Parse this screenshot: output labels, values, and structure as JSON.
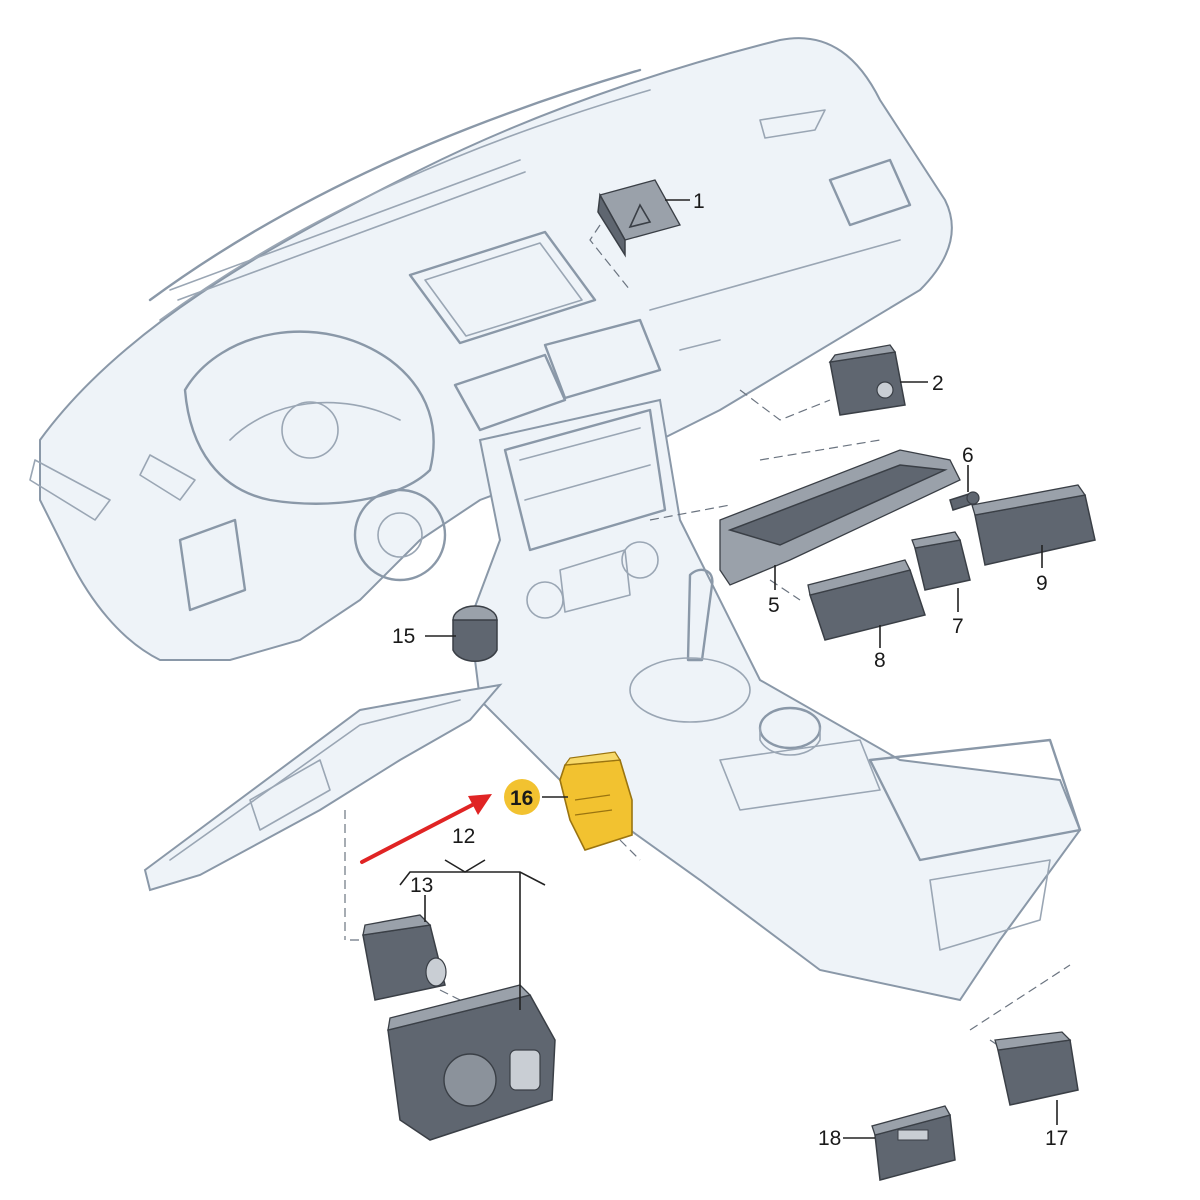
{
  "diagram": {
    "callouts": [
      {
        "id": "1",
        "text": "1"
      },
      {
        "id": "2",
        "text": "2"
      },
      {
        "id": "5",
        "text": "5"
      },
      {
        "id": "6",
        "text": "6"
      },
      {
        "id": "7",
        "text": "7"
      },
      {
        "id": "8",
        "text": "8"
      },
      {
        "id": "9",
        "text": "9"
      },
      {
        "id": "12",
        "text": "12"
      },
      {
        "id": "13",
        "text": "13"
      },
      {
        "id": "15",
        "text": "15"
      },
      {
        "id": "16",
        "text": "16"
      },
      {
        "id": "17",
        "text": "17"
      },
      {
        "id": "18",
        "text": "18"
      }
    ],
    "highlight_color": "#f2c230",
    "arrow_color": "#e02424",
    "outline_color": "#8a98a8"
  }
}
